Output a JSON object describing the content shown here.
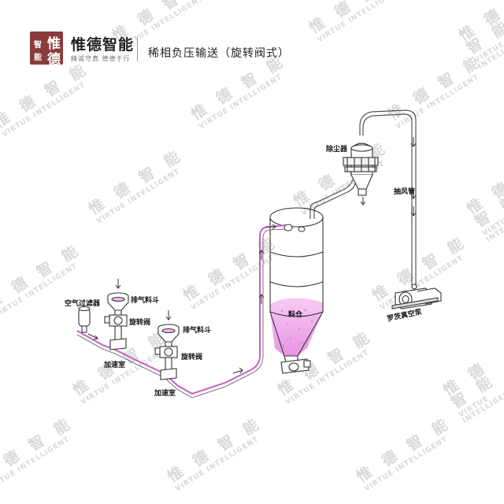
{
  "header": {
    "logo_chars": [
      "惟",
      "德",
      "智",
      "能"
    ],
    "brand_name": "惟德智能",
    "slogan": "精诚守真  德德于行",
    "title": "稀相负压输送（旋转阀式）"
  },
  "watermark": {
    "cn": "惟 德 智 能",
    "en": "VIRTUE INTELLIGENT"
  },
  "labels": {
    "dust_collector": "除尘器",
    "suction_pipe": "抽风管",
    "vacuum_pump": "罗茨真空泵",
    "silo": "料仓",
    "air_filter": "空气过滤器",
    "vent_hopper_1": "排气料斗",
    "rotary_valve_1": "旋转阀",
    "accel_chamber_1": "加速室",
    "vent_hopper_2": "排气料斗",
    "rotary_valve_2": "旋转阀",
    "accel_chamber_2": "加速室"
  },
  "colors": {
    "brand": "#8a3b3b",
    "pipe_material": "#c85fc8",
    "material_fill": "#f4b8f0",
    "watermark": "#d9d9d9"
  }
}
